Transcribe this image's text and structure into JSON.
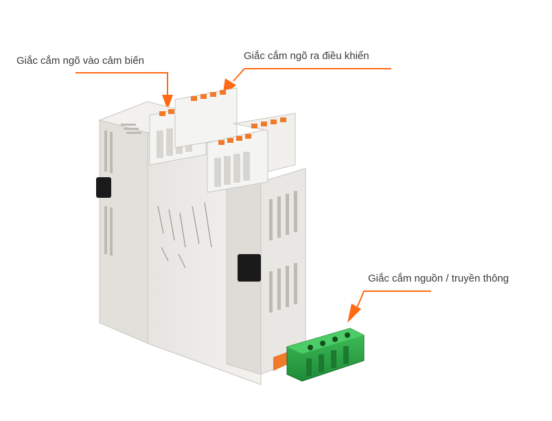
{
  "labels": {
    "sensor_input": "Giắc cắm ngõ vào cảm biến",
    "control_output": "Giắc cắm ngõ ra điều khiển",
    "power_comm": "Giắc cắm nguồn / truyền thông"
  },
  "colors": {
    "callout": "#ff6a13",
    "housing": "#ecebe8",
    "connector_green": "#2fa84a",
    "terminal_orange": "#f07a2a"
  }
}
